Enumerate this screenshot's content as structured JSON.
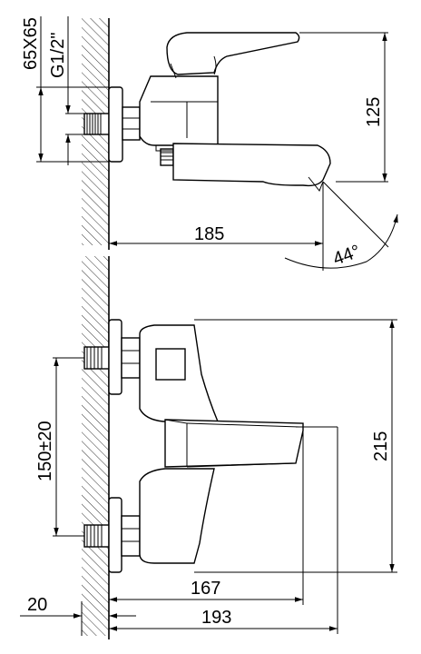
{
  "top_view": {
    "labels": {
      "connection": "65X65",
      "thread": "G1/2\"",
      "height": "125",
      "reach": "185",
      "angle": "44°"
    }
  },
  "front_view": {
    "labels": {
      "spacing": "150±20",
      "height": "215",
      "depth_inner": "167",
      "depth_outer": "193",
      "wall_offset": "20"
    }
  },
  "colors": {
    "ink": "#000000",
    "paper": "#ffffff"
  }
}
